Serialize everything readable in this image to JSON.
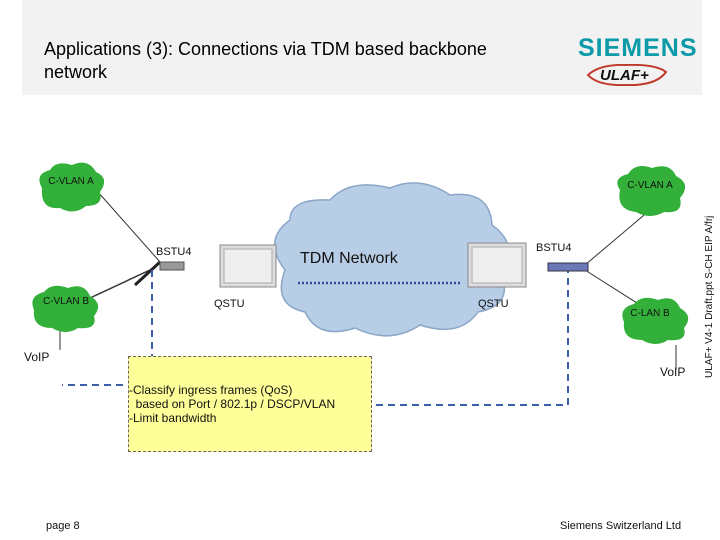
{
  "header": {
    "title": "Applications (3): Connections via TDM based backbone network",
    "brand": "SIEMENS",
    "product_logo": "ULAF+"
  },
  "diagram": {
    "network_label": "TDM  Network",
    "clouds": {
      "cvlan_a_left": "C-VLAN A",
      "cvlan_a_right": "C-VLAN A",
      "cvlan_b_left": "C-VLAN B",
      "clan_b_right": "C-LAN B"
    },
    "device_labels": {
      "bstu4_left": "BSTU4",
      "bstu4_right": "BSTU4",
      "qstu_left": "QSTU",
      "qstu_right": "QSTU",
      "voip_left": "VoIP",
      "voip_right": "VoIP"
    },
    "note_lines": [
      "-Classify ingress frames (QoS)",
      "  based on Port / 802.1p / DSCP/VLAN",
      "-Limit bandwidth"
    ]
  },
  "footer": {
    "page": "page 8",
    "company": "Siemens Switzerland Ltd",
    "side_text": "ULAF+ V4-1 Draft.ppt  S-CH EIP A/frj"
  },
  "colors": {
    "cloud_green": "#33b03a",
    "network_cloud": "#b8cde6",
    "dashed_blue": "#3a5ea8",
    "note_yellow": "#ffff99",
    "brand_teal": "#0a9aa8"
  }
}
